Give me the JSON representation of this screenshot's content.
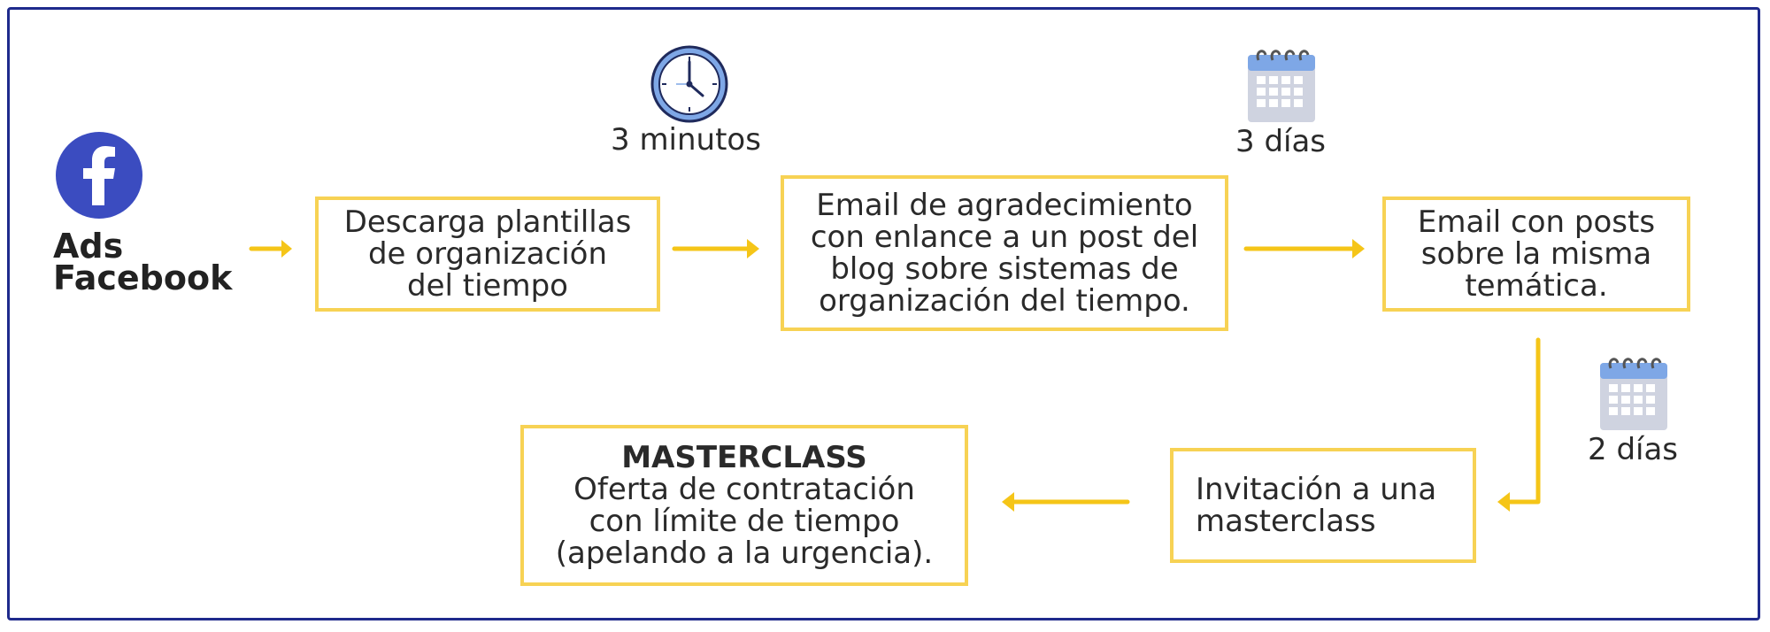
{
  "source": {
    "icon": "facebook-icon",
    "line1": "Ads",
    "line2": "Facebook"
  },
  "steps": [
    {
      "lines": [
        "Descarga plantillas",
        "de organización",
        "del tiempo"
      ]
    },
    {
      "lines": [
        "Email de agradecimiento",
        "con enlance a un post del",
        "blog sobre sistemas de",
        "organización del tiempo."
      ]
    },
    {
      "lines": [
        "Email con posts",
        "sobre la misma",
        "temática."
      ]
    },
    {
      "lines": [
        "Invitación a una",
        "masterclass"
      ]
    },
    {
      "title": "MASTERCLASS",
      "lines": [
        "Oferta de contratación",
        "con límite de tiempo",
        "(apelando a la urgencia)."
      ]
    }
  ],
  "delays": [
    {
      "icon": "clock-icon",
      "label": "3 minutos"
    },
    {
      "icon": "calendar-icon",
      "label": "3 días"
    },
    {
      "icon": "calendar-icon",
      "label": "2 días"
    }
  ],
  "colors": {
    "frame": "#1f2a8c",
    "box_border": "#f7d254",
    "arrow": "#f5c518",
    "facebook": "#3b4cc0"
  }
}
